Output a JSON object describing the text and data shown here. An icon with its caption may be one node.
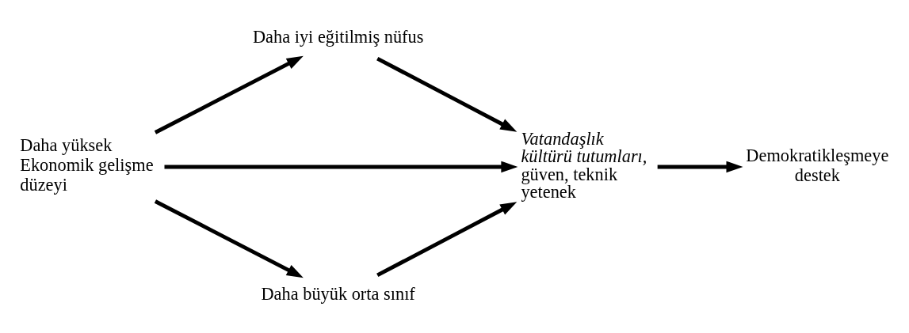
{
  "diagram": {
    "nodes": [
      {
        "text": [
          "Daha iyi eğitilmiş nüfus"
        ]
      },
      {
        "text": [
          "Daha yüksek Ekonomik gelişme düzeyi"
        ]
      },
      {
        "text": [
          "Daha büyük orta sınıf"
        ]
      },
      {
        "text": [
          "*Vatandaşlık kültürü tutumları,* güven, teknik yetenek"
        ]
      },
      {
        "text": [
          "Demokratikleşmeye destek"
        ]
      }
    ],
    "edges": [
      {
        "from": 1,
        "to": 0,
        "arrow": "to"
      },
      {
        "from": 0,
        "to": 3,
        "arrow": "to"
      },
      {
        "from": 1,
        "to": 3,
        "arrow": "to"
      },
      {
        "from": 1,
        "to": 2,
        "arrow": "to"
      },
      {
        "from": 2,
        "to": 3,
        "arrow": "to"
      },
      {
        "from": 3,
        "to": 4,
        "arrow": "to"
      }
    ]
  }
}
